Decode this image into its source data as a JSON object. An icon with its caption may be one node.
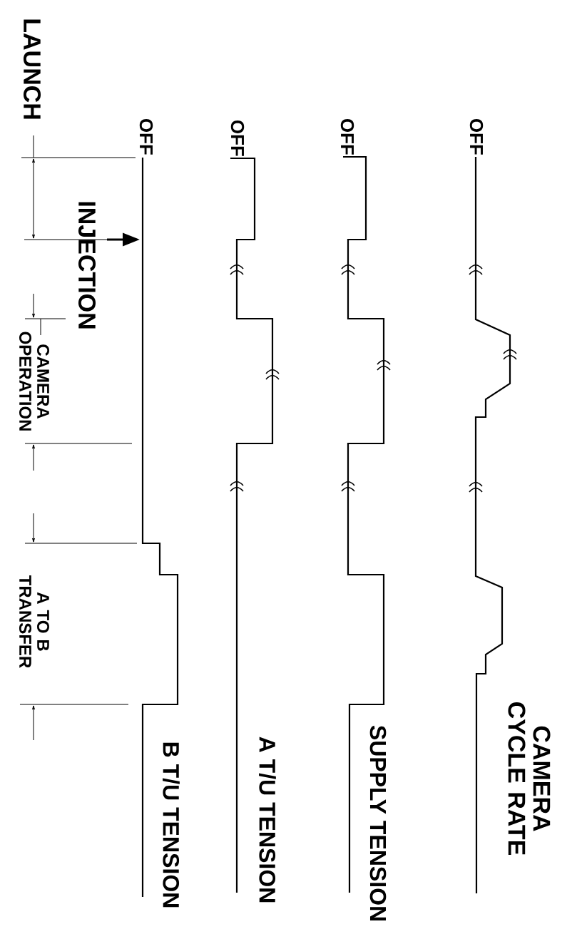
{
  "diagram": {
    "labels": [
      "LAUNCH",
      "OFF",
      "OFF",
      "OFF",
      "OFF",
      "INJECTION",
      "CAMERA OPERATION",
      "A TO B TRANSFER",
      "B T/U TENSION",
      "A T/U TENSION",
      "SUPPLY TENSION",
      "CAMERA CYCLE RATE"
    ]
  }
}
